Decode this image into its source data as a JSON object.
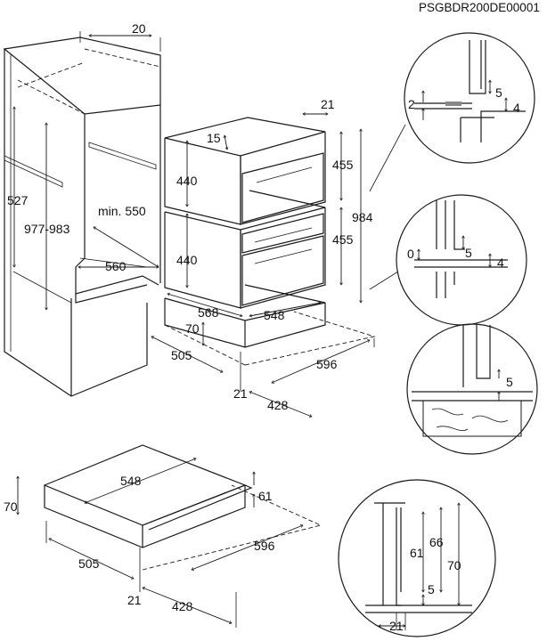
{
  "drawing_code": "PSGBDR200DE00001",
  "niche": {
    "top_depth": "20",
    "height_left": "527",
    "height_range": "977-983",
    "min_width": "min. 550",
    "width": "560"
  },
  "stack": {
    "top_gap": "15",
    "upper_height": "440",
    "lower_height": "440",
    "upper_opening": "455",
    "lower_opening": "455",
    "total_height": "984",
    "front_depth": "21",
    "depth_568": "568",
    "width_548": "548",
    "drawer_height": "70",
    "depth_505": "505",
    "width_596": "596",
    "bottom_21": "21",
    "width_428": "428"
  },
  "detail1": {
    "a": "2",
    "b": "5",
    "c": "4"
  },
  "detail2": {
    "a": "0",
    "b": "5",
    "c": "4"
  },
  "detail3": {
    "a": "5"
  },
  "drawer": {
    "width_548": "548",
    "height_70": "70",
    "front_61": "61",
    "width_596": "596",
    "depth_505": "505",
    "front_21": "21",
    "width_428": "428"
  },
  "detail4": {
    "h61": "61",
    "h66": "66",
    "h70": "70",
    "gap5": "5",
    "depth21": "21"
  }
}
